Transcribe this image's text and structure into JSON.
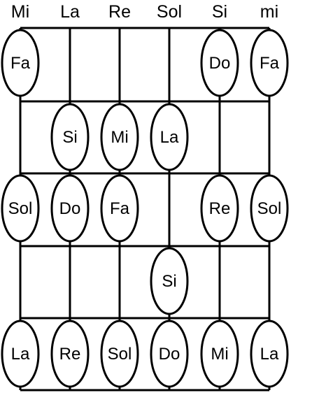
{
  "string_names": [
    "Mi",
    "La",
    "Re",
    "Sol",
    "Si",
    "mi"
  ],
  "frets": [
    [
      "Fa",
      "",
      "",
      "",
      "Do",
      "Fa"
    ],
    [
      "",
      "Si",
      "Mi",
      "La",
      "",
      ""
    ],
    [
      "Sol",
      "Do",
      "Fa",
      "",
      "Re",
      "Sol"
    ],
    [
      "",
      "",
      "",
      "Si",
      "",
      ""
    ],
    [
      "La",
      "Re",
      "Sol",
      "Do",
      "Mi",
      "La"
    ]
  ],
  "colors": {
    "line": "#000000",
    "note_fill": "#ffffff",
    "background": "#ffffff"
  }
}
